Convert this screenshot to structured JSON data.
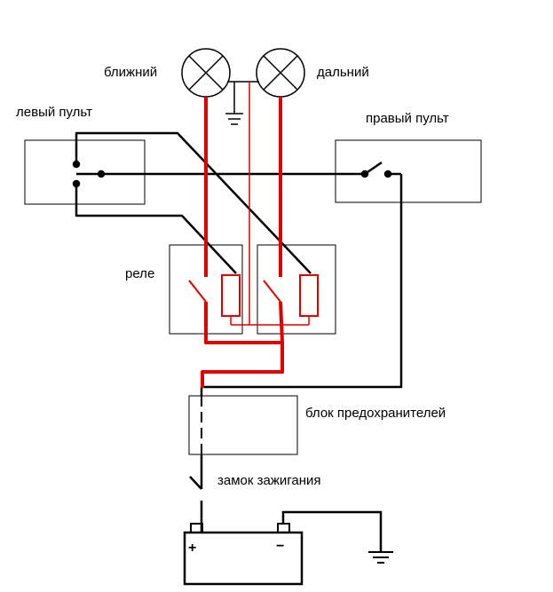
{
  "labels": {
    "low_beam": "ближний",
    "high_beam": "дальний",
    "left_panel": "левый пульт",
    "right_panel": "правый пульт",
    "relay": "реле",
    "fuse_block": "блок предохранителей",
    "ignition": "замок зажигания"
  },
  "battery": {
    "plus": "+",
    "minus": "−"
  },
  "colors": {
    "wire": "#000000",
    "power": "#e00000"
  }
}
